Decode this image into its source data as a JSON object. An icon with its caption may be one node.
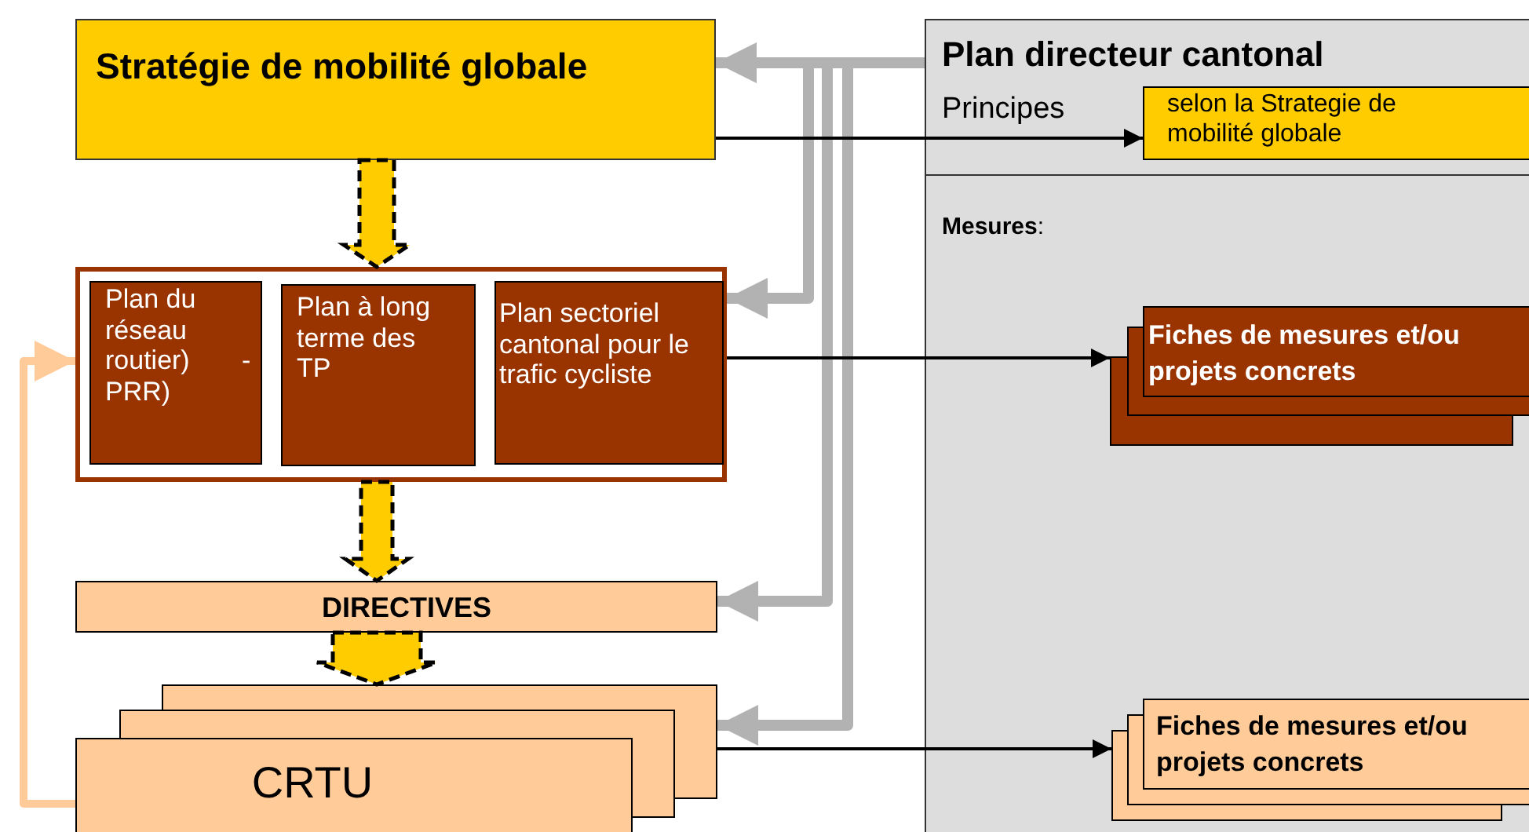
{
  "diagram": {
    "nodes": [
      {
        "text": [
          "Stratégie de mobilité globale"
        ]
      },
      {
        "text": [],
        "shape": "box"
      },
      {
        "text": [
          "Plan du réseau routier) PRR)",
          "-"
        ],
        "in": 1
      },
      {
        "text": [
          "Plan à long terme des TP"
        ],
        "in": 1
      },
      {
        "text": [
          "Plan sectoriel cantonal pour le trafic cycliste"
        ],
        "in": 1
      },
      {
        "text": [
          "DIRECTIVES"
        ]
      },
      {
        "text": [
          "CRTU"
        ]
      },
      {
        "text": [
          "Plan directeur cantonal",
          "Principes"
        ]
      },
      {
        "text": [
          "selon la Strategie de mobilité globale"
        ],
        "in": 7
      },
      {
        "text": [
          "**Mesures**:"
        ]
      },
      {
        "text": [
          "Fiches de mesures et/ou projets concrets"
        ],
        "in": 9
      },
      {
        "text": [
          "Fiches de mesures et/ou projets concrets"
        ],
        "in": 9
      }
    ],
    "edges": [
      {
        "from": 0,
        "to": 1,
        "arrow": "to",
        "style": "dashed",
        "color": "#ffcc00"
      },
      {
        "from": 1,
        "to": 5,
        "arrow": "to",
        "style": "dashed",
        "color": "#ffcc00"
      },
      {
        "from": 5,
        "to": 6,
        "arrow": "to",
        "style": "dashed",
        "color": "#ffcc00"
      },
      {
        "from": 7,
        "to": 0,
        "arrow": "to"
      },
      {
        "from": 7,
        "to": 1,
        "arrow": "to"
      },
      {
        "from": 7,
        "to": 5,
        "arrow": "to"
      },
      {
        "from": 7,
        "to": 6,
        "arrow": "to"
      },
      {
        "from": 0,
        "to": 8,
        "arrow": "to",
        "color": "#000000"
      },
      {
        "from": 1,
        "to": 10,
        "arrow": "to",
        "color": "#000000"
      },
      {
        "from": 6,
        "to": 11,
        "arrow": "to",
        "color": "#000000"
      },
      {
        "from": 6,
        "to": 1,
        "arrow": "to",
        "color": "#ffcc99"
      }
    ]
  }
}
